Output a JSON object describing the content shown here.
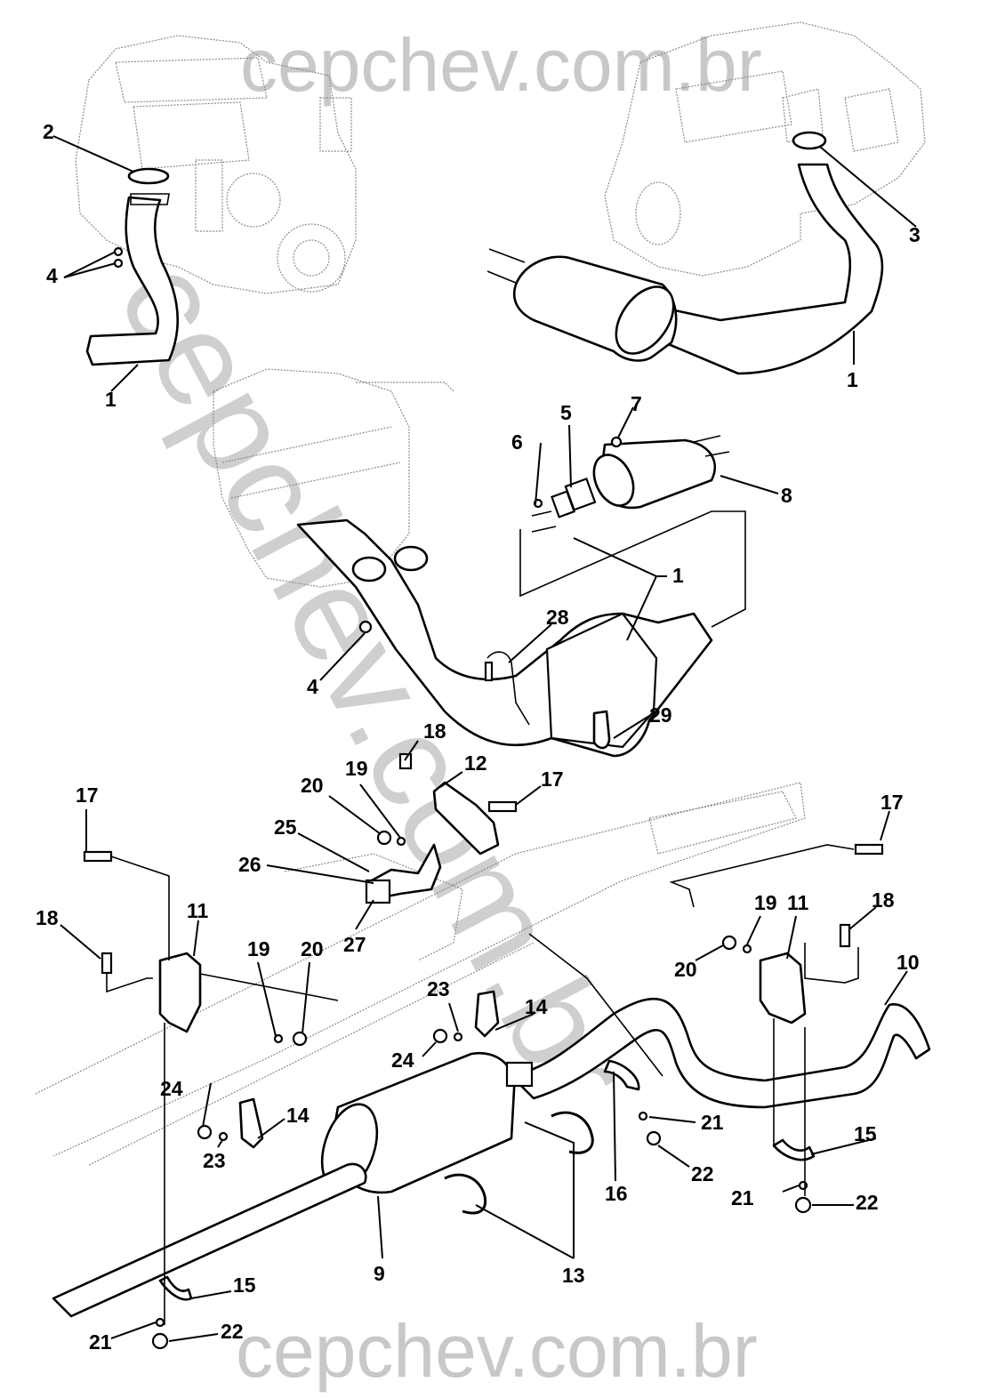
{
  "watermarks": {
    "top": "cepchev.com.br",
    "diagonal": "cepchev.com.br",
    "bottom": "cepchev.com.br"
  },
  "accent_colors": {
    "line": "#000000",
    "ghost_line": "#8a8a8a",
    "watermark": "#c8c8c8",
    "background": "#ffffff"
  },
  "callouts": {
    "c1a": "1",
    "c1b": "1",
    "c1c": "1",
    "c2": "2",
    "c3": "3",
    "c4a": "4",
    "c4b": "4",
    "c5": "5",
    "c6": "6",
    "c7": "7",
    "c8": "8",
    "c9": "9",
    "c10": "10",
    "c11a": "11",
    "c11b": "11",
    "c12": "12",
    "c13": "13",
    "c14a": "14",
    "c14b": "14",
    "c15a": "15",
    "c15b": "15",
    "c16": "16",
    "c17a": "17",
    "c17b": "17",
    "c17c": "17",
    "c18a": "18",
    "c18b": "18",
    "c18c": "18",
    "c19a": "19",
    "c19b": "19",
    "c19c": "19",
    "c20a": "20",
    "c20b": "20",
    "c20c": "20",
    "c21a": "21",
    "c21b": "21",
    "c21c": "21",
    "c22a": "22",
    "c22b": "22",
    "c22c": "22",
    "c23a": "23",
    "c23b": "23",
    "c24a": "24",
    "c24b": "24",
    "c25": "25",
    "c26": "26",
    "c27": "27",
    "c28": "28",
    "c29": "29"
  }
}
